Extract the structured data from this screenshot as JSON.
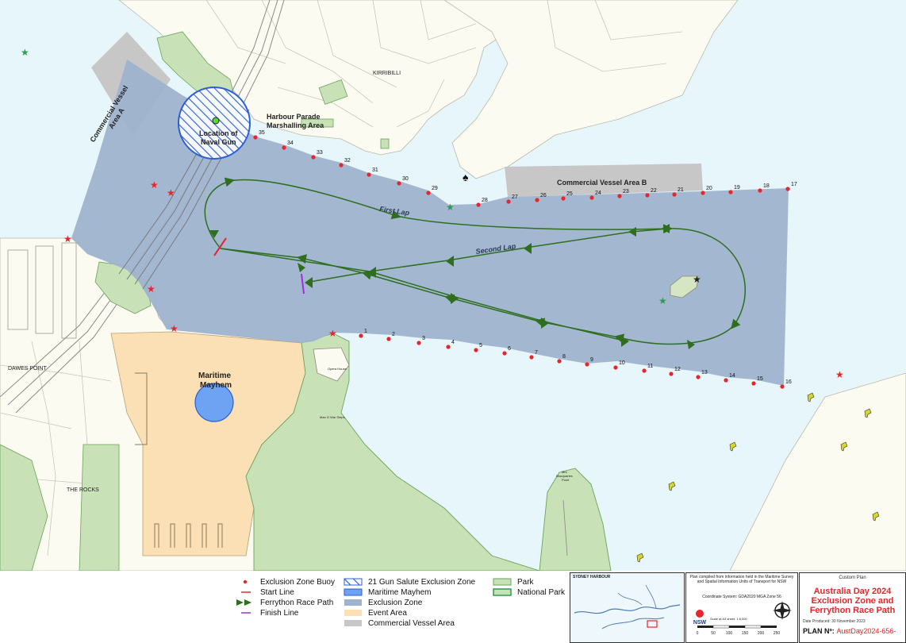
{
  "map": {
    "colors": {
      "water": "#e6f6fb",
      "land": "#fbfbf2",
      "exclusion_zone": "#9fb3cf",
      "event_area": "#fbe0b6",
      "commercial_vessel_area": "#c7c7c7",
      "park": "#c9e1b7",
      "race_path": "#2e6e1e",
      "buoy": "#e8252a",
      "start_line": "#e8252a",
      "finish_line": "#9b31d6",
      "maritime_mayhem": "#6ea3f3",
      "gun_zone": "#2a5fd6"
    },
    "labels": {
      "kirribilli": "KIRRIBILLI",
      "dawes_point": "DAWES POINT",
      "the_rocks": "THE ROCKS",
      "harbour_parade": "Harbour Parade",
      "marshalling_area": "Marshalling Area",
      "naval_gun_1": "Location of",
      "naval_gun_2": "Naval Gun",
      "cva_a_1": "Commercial Vessel",
      "cva_a_2": "Area A",
      "cva_b": "Commercial Vessel Area B",
      "first_lap": "First Lap",
      "second_lap": "Second Lap",
      "maritime_mayhem_1": "Maritime",
      "maritime_mayhem_2": "Mayhem",
      "opera_house": "Opera House",
      "mrs_macquarie_1": "Mrs",
      "mrs_macquarie_2": "Macquaries",
      "mrs_macquarie_3": "Point",
      "man_o_war": "Man O War Steps"
    },
    "buoys": [
      {
        "n": "1"
      },
      {
        "n": "2"
      },
      {
        "n": "3"
      },
      {
        "n": "4"
      },
      {
        "n": "5"
      },
      {
        "n": "6"
      },
      {
        "n": "7"
      },
      {
        "n": "8"
      },
      {
        "n": "9"
      },
      {
        "n": "10"
      },
      {
        "n": "11"
      },
      {
        "n": "12"
      },
      {
        "n": "13"
      },
      {
        "n": "14"
      },
      {
        "n": "15"
      },
      {
        "n": "16"
      },
      {
        "n": "17"
      },
      {
        "n": "18"
      },
      {
        "n": "19"
      },
      {
        "n": "20"
      },
      {
        "n": "21"
      },
      {
        "n": "22"
      },
      {
        "n": "23"
      },
      {
        "n": "24"
      },
      {
        "n": "25"
      },
      {
        "n": "26"
      },
      {
        "n": "27"
      },
      {
        "n": "28"
      },
      {
        "n": "29"
      },
      {
        "n": "30"
      },
      {
        "n": "31"
      },
      {
        "n": "32"
      },
      {
        "n": "33"
      },
      {
        "n": "34"
      },
      {
        "n": "35"
      }
    ]
  },
  "legend": {
    "buoy": "Exclusion Zone Buoy",
    "start_line": "Start Line",
    "race_path": "Ferrython Race Path",
    "finish_line": "Finish Line",
    "gun_zone": "21 Gun Salute Exclusion Zone",
    "maritime_mayhem": "Maritime Mayhem",
    "exclusion_zone": "Exclusion Zone",
    "event_area": "Event Area",
    "commercial_vessel_area": "Commercial Vessel Area",
    "park": "Park",
    "national_park": "National Park"
  },
  "inset": {
    "title": "SYDNEY HARBOUR"
  },
  "credit": {
    "text": "Plan compiled from information held in the Maritime Survey and Spatial Information Units of Transport for NSW",
    "coordinate_system": "Coordinate System: GDA2020 MGA Zone 56",
    "scale": "Scale at A3 sheet: 1:6,000",
    "scale_ticks": [
      "0",
      "50",
      "100",
      "150",
      "200",
      "250"
    ]
  },
  "title_block": {
    "subtitle": "Custom Plan",
    "line1": "Australia Day 2024",
    "line2": "Exclusion Zone and",
    "line3": "Ferrython Race Path",
    "date": "Date Produced: 30 November 2023",
    "plan_label": "PLAN Nº:",
    "plan_number": "AustDay2024-656-"
  }
}
